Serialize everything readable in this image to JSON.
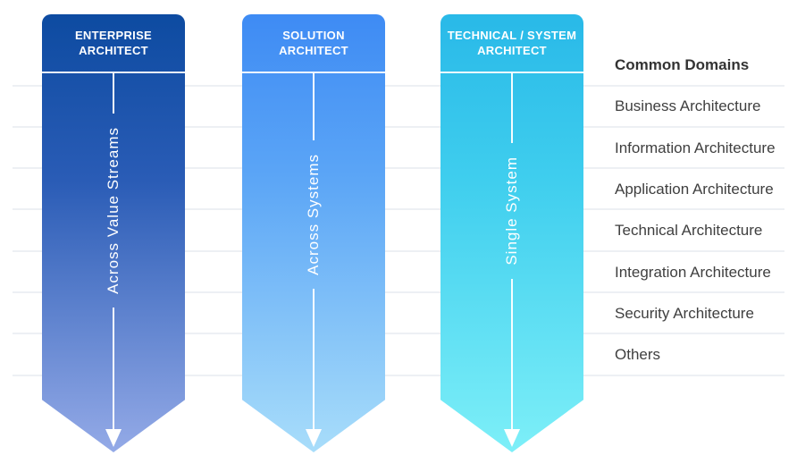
{
  "banners": [
    {
      "title_lines": [
        "ENTERPRISE",
        "ARCHITECT"
      ],
      "vertical_label": "Across Value Streams",
      "color_top": "#0d4ba1",
      "color_bottom": "#94aae7"
    },
    {
      "title_lines": [
        "SOLUTION",
        "ARCHITECT"
      ],
      "vertical_label": "Across Systems",
      "color_top": "#3e8bf4",
      "color_bottom": "#a8ddfa"
    },
    {
      "title_lines": [
        "TECHNICAL / SYSTEM",
        "ARCHITECT"
      ],
      "vertical_label": "Single System",
      "color_top": "#29b9e8",
      "color_bottom": "#7deff8"
    }
  ],
  "domains": {
    "header": "Common Domains",
    "items": [
      "Business Architecture",
      "Information Architecture",
      "Application Architecture",
      "Technical Architecture",
      "Integration Architecture",
      "Security Architecture",
      "Others"
    ]
  }
}
